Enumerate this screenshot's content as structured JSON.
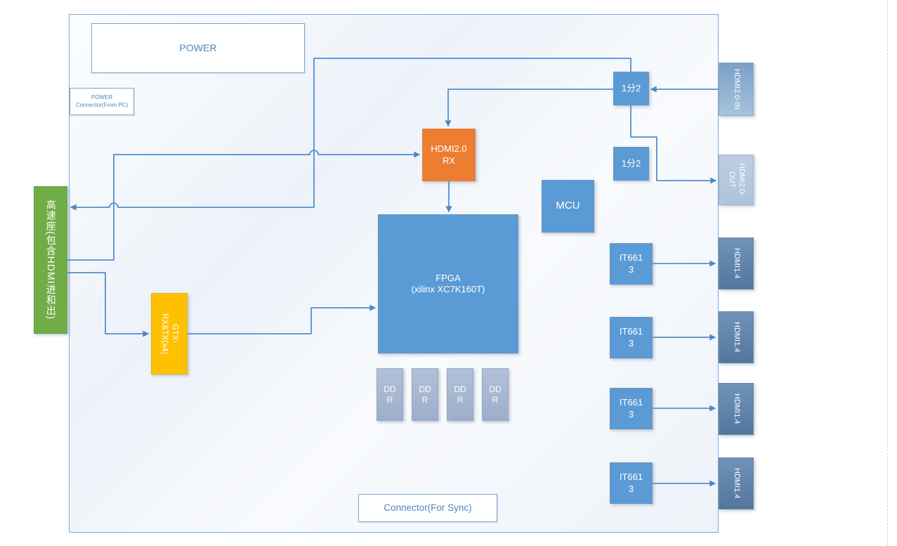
{
  "diagram": {
    "power": {
      "label": "POWER"
    },
    "power_connector": {
      "label": "POWER Connector(From PC)"
    },
    "high_speed_socket": {
      "label": "高速座(包含HDMI进和出)"
    },
    "hdmi20_rx": {
      "label": "HDMI2.0 RX"
    },
    "fpga": {
      "label": "FPGA",
      "sublabel": "(xilinx XC7K160T)"
    },
    "mcu": {
      "label": "MCU"
    },
    "gtx": {
      "label": "GTX-RX&TX(x4)"
    },
    "splitters": [
      "1分2",
      "1分2"
    ],
    "ddr": [
      "DDR",
      "DDR",
      "DDR",
      "DDR"
    ],
    "it6613": [
      "IT6613",
      "IT6613",
      "IT6613",
      "IT6613"
    ],
    "hdmi20_in": {
      "label": "HDMI2.0-IN"
    },
    "hdmi20_out": {
      "label": "HDMI2.0-OUT"
    },
    "hdmi14": [
      "HDMI1.4",
      "HDMI1.4",
      "HDMI1.4",
      "HDMI1.4"
    ],
    "connector_sync": {
      "label": "Connector(For Sync)"
    },
    "colors": {
      "block_blue": "#5b9bd5",
      "block_orange": "#ed7d31",
      "block_yellow": "#ffc000",
      "block_green": "#70ad47",
      "ddr_gray_blue": "#a8b9d4",
      "hdmi_in_blue": "#8aabce",
      "hdmi_out_light_blue": "#b8c9e0",
      "hdmi14_steel_blue": "#5e83aa",
      "wire_blue": "#5190ce",
      "outline_blue": "#7da7d4",
      "label_blue": "#4f86ba"
    },
    "connections": [
      {
        "from": "1分2 (top)",
        "to": "高速座(包含HDMI进和出)"
      },
      {
        "from": "高速座(包含HDMI进和出)",
        "to": "HDMI2.0 RX"
      },
      {
        "from": "高速座(包含HDMI进和出)",
        "to": "GTX-RX&TX(x4)"
      },
      {
        "from": "GTX-RX&TX(x4)",
        "to": "FPGA"
      },
      {
        "from": "1分2 (top)",
        "to": "HDMI2.0 RX"
      },
      {
        "from": "HDMI2.0-IN",
        "to": "1分2 (top)"
      },
      {
        "from": "HDMI2.0 RX",
        "to": "FPGA"
      },
      {
        "from": "1分2 (top)",
        "to": "HDMI2.0-OUT"
      },
      {
        "from": "IT6613 (1)",
        "to": "HDMI1.4 (1)"
      },
      {
        "from": "IT6613 (2)",
        "to": "HDMI1.4 (2)"
      },
      {
        "from": "IT6613 (3)",
        "to": "HDMI1.4 (3)"
      },
      {
        "from": "IT6613 (4)",
        "to": "HDMI1.4 (4)"
      }
    ]
  }
}
